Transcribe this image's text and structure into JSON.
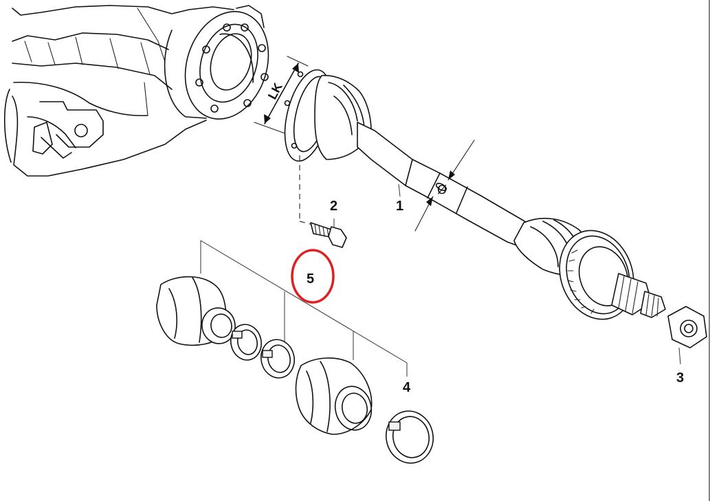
{
  "diagram": {
    "callouts": [
      {
        "id": "1",
        "label": "1"
      },
      {
        "id": "2",
        "label": "2"
      },
      {
        "id": "3",
        "label": "3"
      },
      {
        "id": "4",
        "label": "4"
      },
      {
        "id": "5",
        "label": "5"
      }
    ],
    "dimension_label": "LK",
    "diameter_symbol": "Ø",
    "highlight_color": "#e02020"
  }
}
